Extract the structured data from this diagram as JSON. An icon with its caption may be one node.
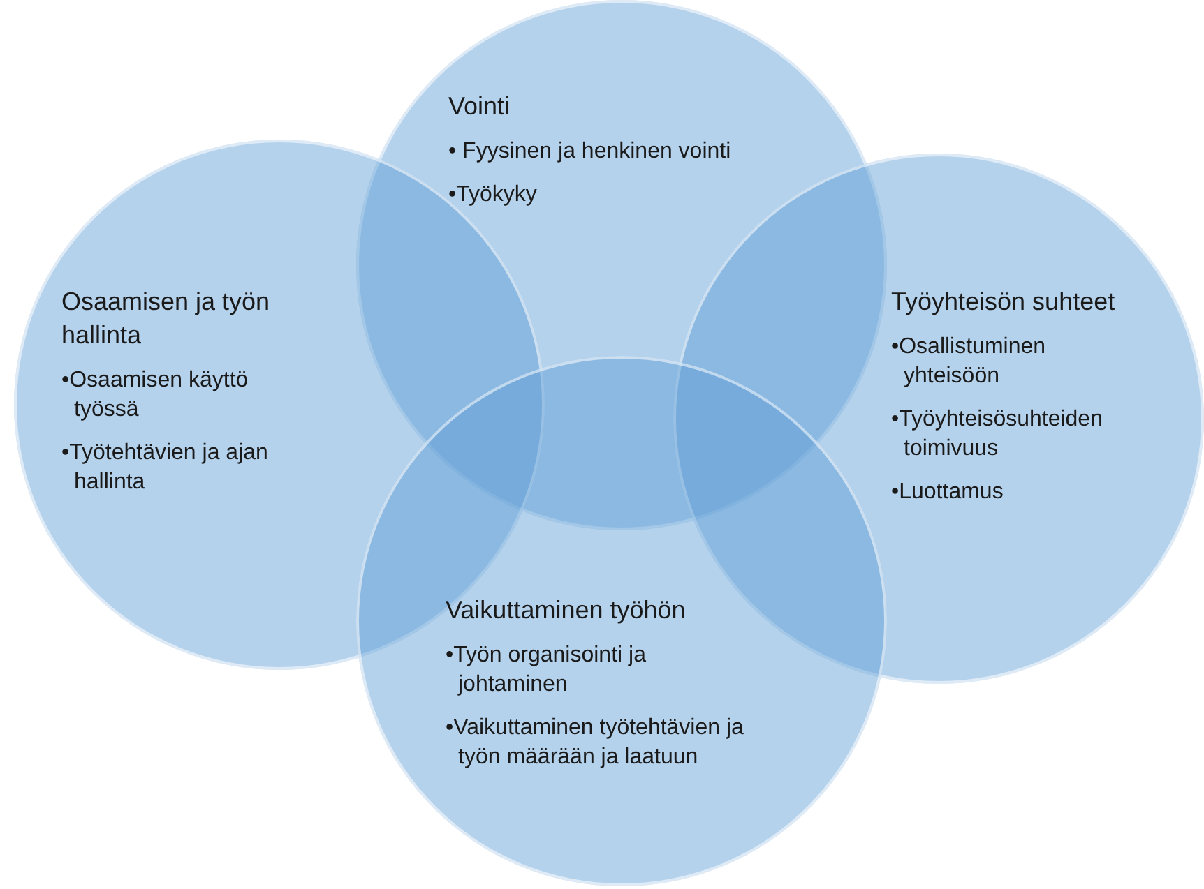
{
  "diagram": {
    "nodes": [
      {
        "text": [
          "Vointi",
          "• Fyysinen ja henkinen vointi",
          "•Työkyky"
        ]
      },
      {
        "text": [
          "Osaamisen ja työn hallinta",
          "•Osaamisen käyttö työssä",
          "•Työtehtävien ja ajan hallinta"
        ]
      },
      {
        "text": [
          "Työyhteisön suhteet",
          "•Osallistuminen yhteisöön",
          "•Työyhteisösuhteiden toimivuus",
          "•Luottamus"
        ]
      },
      {
        "text": [
          "Vaikuttaminen työhön",
          "•Työn organisointi ja johtaminen",
          "•Vaikuttaminen työtehtävien ja työn määrään ja laatuun"
        ]
      }
    ]
  }
}
